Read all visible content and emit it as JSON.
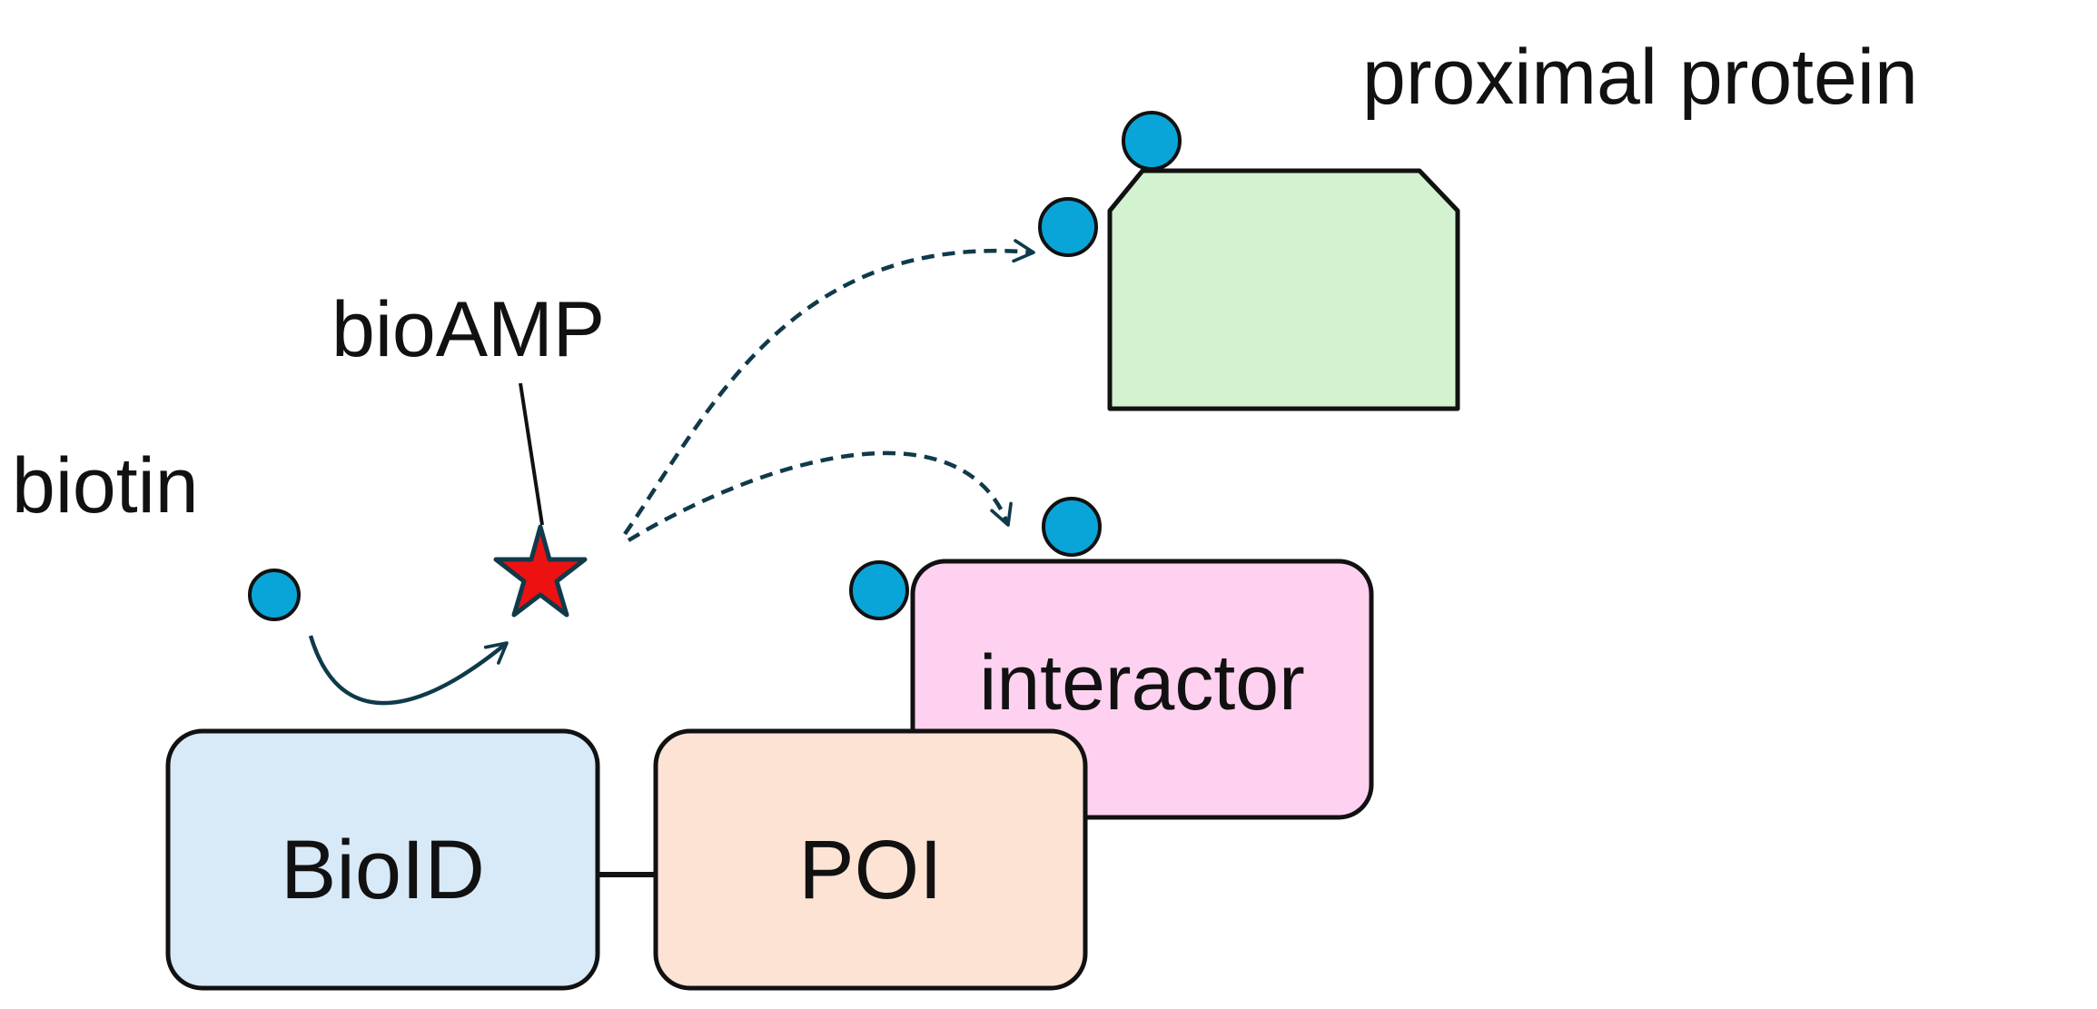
{
  "labels": {
    "proximal_protein": "proximal protein",
    "bioamp": "bioAMP",
    "biotin": "biotin",
    "interactor": "interactor",
    "birid": "BioID",
    "poi": "POI"
  },
  "colors": {
    "biotin": "#0aa5d8",
    "star": "#ee1111",
    "birid_fill": "#d8e9f7",
    "poi_fill": "#fde3d4",
    "interactor_fill": "#ffd1f0",
    "proximal_fill": "#d2f2d0",
    "outline": "#111111",
    "arrow": "#0f3a4a"
  }
}
